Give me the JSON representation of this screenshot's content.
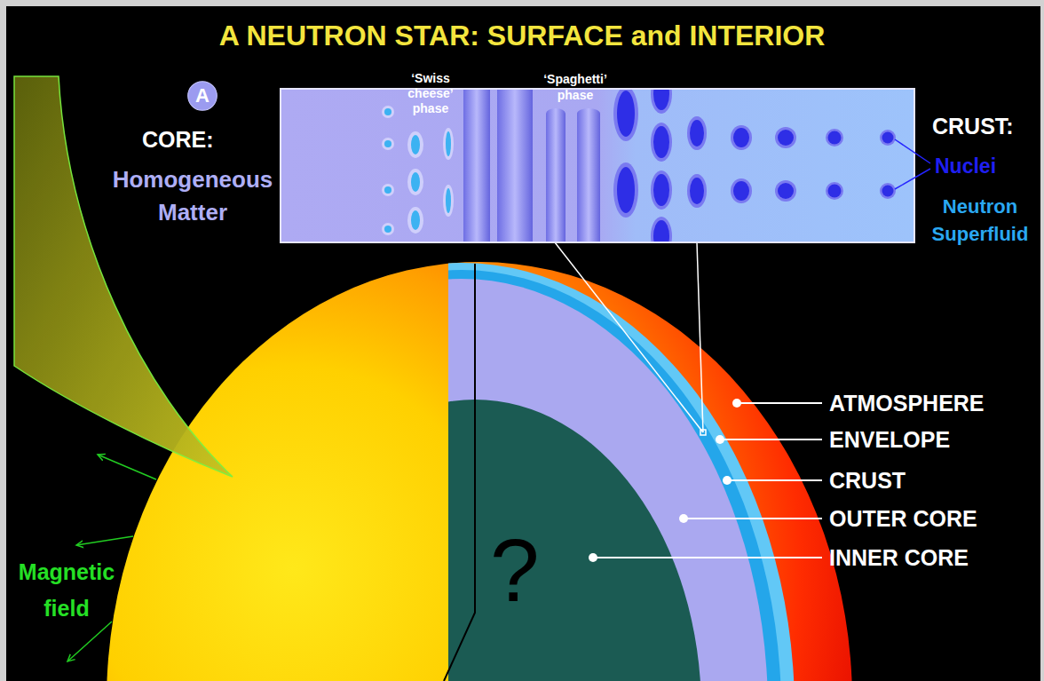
{
  "diagram": {
    "title": "A NEUTRON STAR: SURFACE and INTERIOR",
    "nodes": [
      {
        "text": [
          "A"
        ]
      },
      {
        "text": [
          "‘Swiss cheese’ phase",
          "‘Spaghetti’ phase"
        ]
      }
    ],
    "labels": [
      "CORE:",
      "Homogeneous Matter",
      "CRUST:",
      "Nuclei",
      "Neutron Superfluid",
      "ATMOSPHERE",
      "ENVELOPE",
      "CRUST",
      "OUTER CORE",
      "INNER CORE",
      "?",
      "Magnetic field"
    ]
  }
}
